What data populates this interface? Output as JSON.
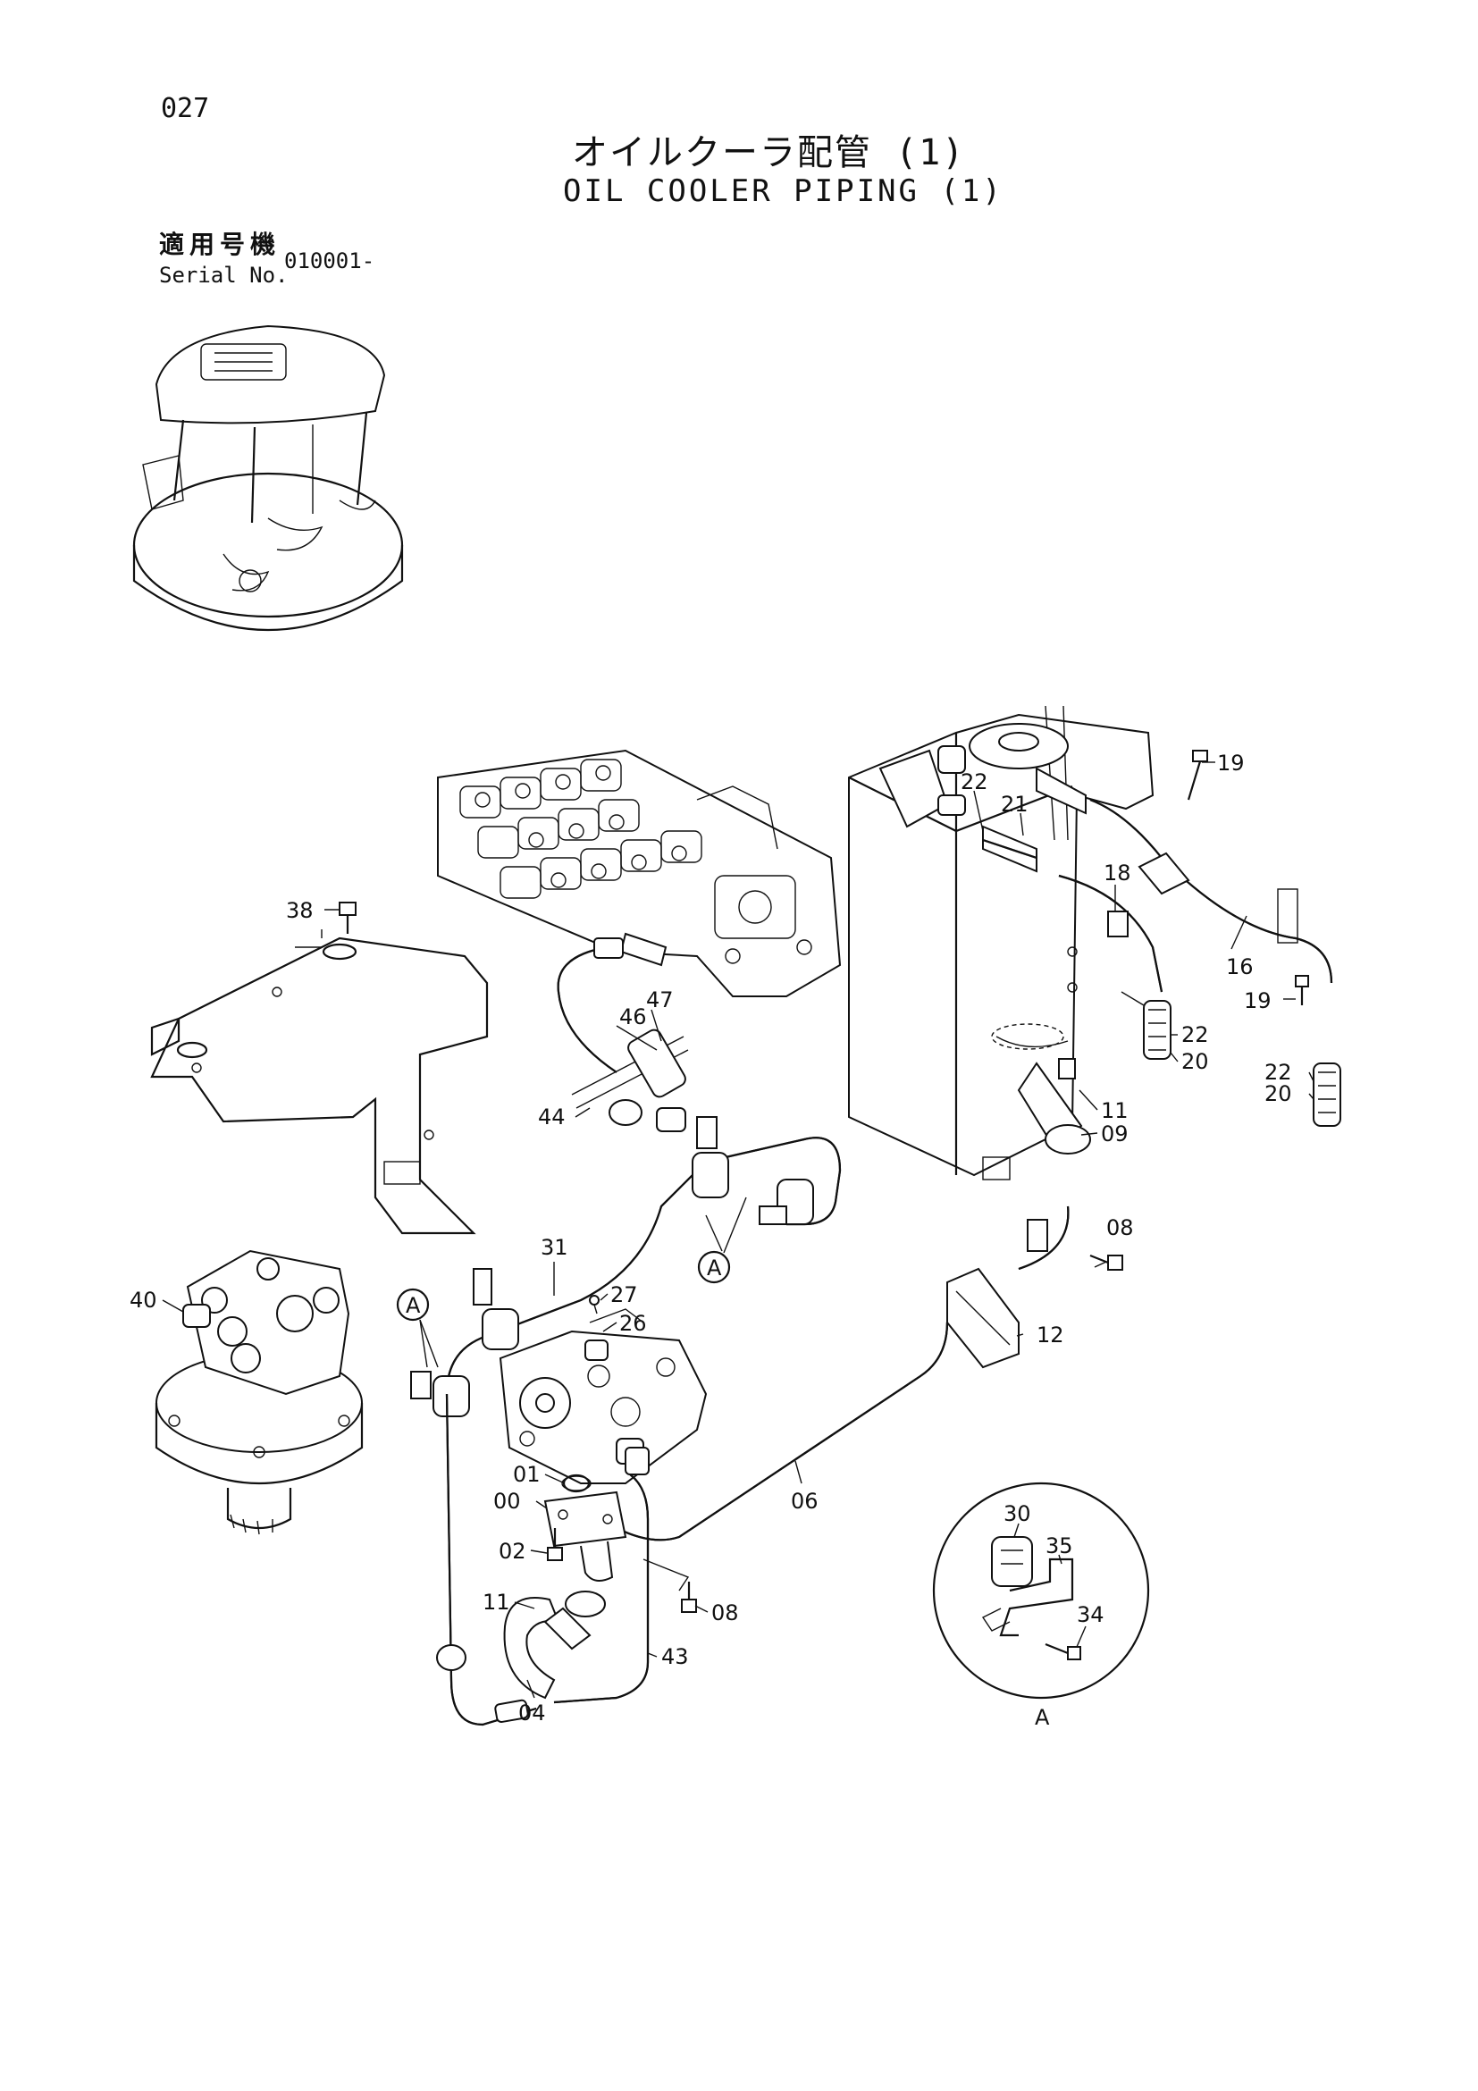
{
  "header": {
    "page_number": "027",
    "title_jp": "オイルクーラ配管 (1)",
    "title_en": "OIL COOLER PIPING (1)",
    "serial_label_jp": "適用号機",
    "serial_label_en": "Serial No.",
    "serial_number": "010001-"
  },
  "detail": {
    "label": "A"
  },
  "callouts": {
    "c19a": "19",
    "c22a": "22",
    "c21": "21",
    "c18": "18",
    "c16": "16",
    "c19b": "19",
    "c22b": "22",
    "c20b": "20",
    "c22c": "22",
    "c20c": "20",
    "c38": "38",
    "c46": "46",
    "c47": "47",
    "c44": "44",
    "c11a": "11",
    "c09": "09",
    "c08a": "08",
    "c31": "31",
    "c40": "40",
    "c27": "27",
    "c26": "26",
    "c12": "12",
    "c01": "01",
    "c00": "00",
    "c02": "02",
    "c06": "06",
    "c11b": "11",
    "c08b": "08",
    "c43": "43",
    "c04": "04",
    "c30": "30",
    "c35": "35",
    "c34": "34",
    "cA1": "A",
    "cA2": "A"
  }
}
